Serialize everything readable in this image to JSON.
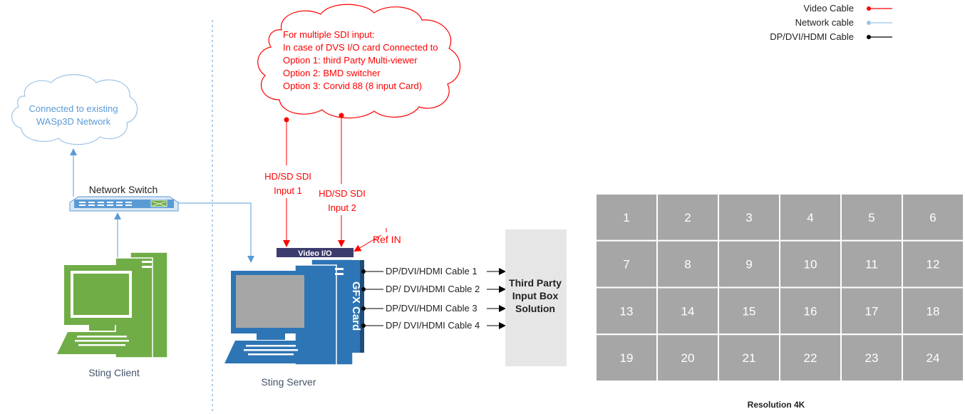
{
  "legend": {
    "items": [
      {
        "label": "Video Cable",
        "color": "#ff0000"
      },
      {
        "label": "Network cable",
        "color": "#9dc3e6"
      },
      {
        "label": "DP/DVI/HDMI Cable",
        "color": "#000000"
      }
    ]
  },
  "cloud_sdi": {
    "lines": [
      "For multiple SDI input:",
      "In case of DVS I/O card Connected to",
      "Option 1: third Party Multi-viewer",
      "Option 2: BMD switcher",
      "Option 3: Corvid 88 (8 input Card)"
    ]
  },
  "cloud_network": {
    "lines": [
      "Connected to existing",
      "WASp3D Network"
    ]
  },
  "network_switch": {
    "label": "Network Switch"
  },
  "sting_client": {
    "label": "Sting Client"
  },
  "sting_server": {
    "label": "Sting Server"
  },
  "sdi_inputs": [
    {
      "line1": "HD/SD SDI",
      "line2": "Input 1"
    },
    {
      "line1": "HD/SD SDI",
      "line2": "Input 2"
    }
  ],
  "ref_in": {
    "label": "Ref IN"
  },
  "video_io": {
    "label": "Video I/O"
  },
  "gfx_card": {
    "label": "GFX Card"
  },
  "cables": [
    {
      "label": "DP/DVI/HDMI Cable 1"
    },
    {
      "label": "DP/ DVI/HDMI Cable 2"
    },
    {
      "label": "DP/DVI/HDMI Cable 3"
    },
    {
      "label": "DP/ DVI/HDMI Cable 4"
    }
  ],
  "input_box": {
    "lines": [
      "Third Party",
      "Input Box",
      "Solution"
    ]
  },
  "grid": {
    "cells": [
      "1",
      "2",
      "3",
      "4",
      "5",
      "6",
      "7",
      "8",
      "9",
      "10",
      "11",
      "12",
      "13",
      "14",
      "15",
      "16",
      "17",
      "18",
      "19",
      "20",
      "21",
      "22",
      "23",
      "24"
    ],
    "cell_color": "#a6a6a6",
    "caption": "Resolution 4K"
  }
}
